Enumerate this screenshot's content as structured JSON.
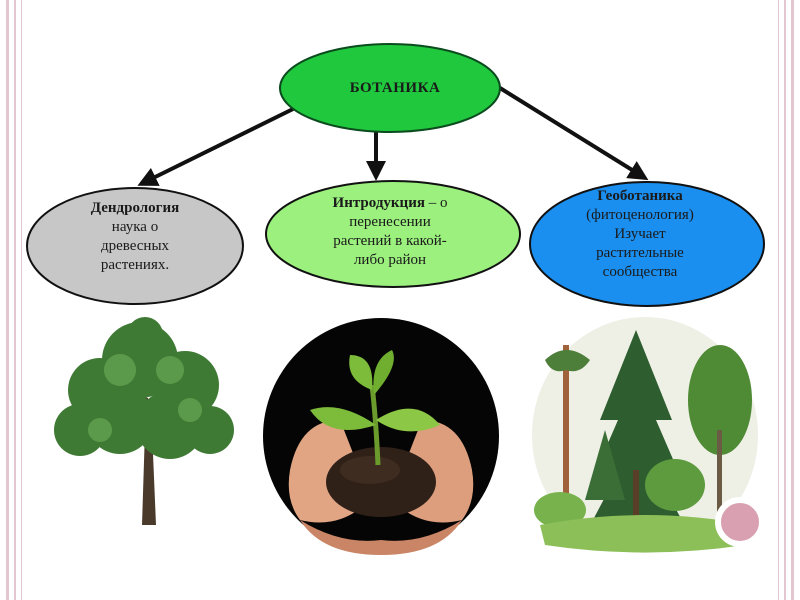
{
  "diagram": {
    "root": {
      "label": "БОТАНИКА",
      "color": "#1fc83c"
    },
    "nodes": {
      "left": {
        "term": "Дендрология",
        "lines": [
          "наука о",
          "древесных",
          "растениях."
        ],
        "color": "#c7c7c7"
      },
      "middle": {
        "term": "Интродукция",
        "first_suffix": " – о",
        "lines": [
          "перенесении",
          "растений в какой-",
          "либо район"
        ],
        "color": "#9bf07e"
      },
      "right": {
        "term": "Геоботаника",
        "lines": [
          "(фитоценология)",
          "Изучает",
          "растительные",
          "сообщества"
        ],
        "color": "#1a8ff0"
      }
    }
  },
  "images": [
    "tree-icon",
    "seedling-in-hands-icon",
    "forest-community-icon"
  ]
}
